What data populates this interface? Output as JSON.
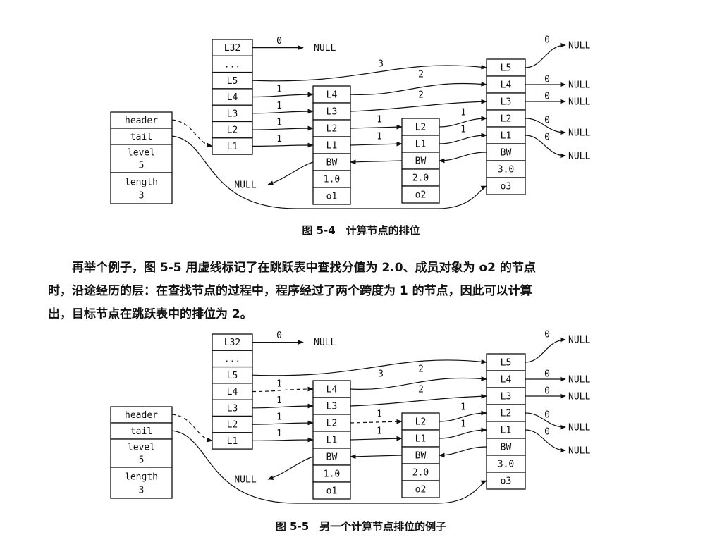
{
  "figure1": {
    "caption": "图 5-4　计算节点的排位"
  },
  "figure2": {
    "caption": "图 5-5　另一个计算节点排位的例子"
  },
  "paragraph": {
    "line1": "再举个例子，图 5-5 用虚线标记了在跳跃表中查找分值为 2.0、成员对象为 o2 的节点",
    "line2": "时，沿途经历的层：在查找节点的过程中，程序经过了两个跨度为 1 的节点，因此可以计算",
    "line3": "出，目标节点在跳跃表中的排位为 2。"
  },
  "skiplist": {
    "list_fields": [
      "header",
      "tail",
      "level",
      "5",
      "length",
      "3"
    ],
    "header_levels": [
      "L32",
      "...",
      "L5",
      "L4",
      "L3",
      "L2",
      "L1"
    ],
    "node1": {
      "levels": [
        "L4",
        "L3",
        "L2",
        "L1"
      ],
      "backward": "BW",
      "score": "1.0",
      "obj": "o1"
    },
    "node2": {
      "levels": [
        "L2",
        "L1"
      ],
      "backward": "BW",
      "score": "2.0",
      "obj": "o2"
    },
    "node3": {
      "levels": [
        "L5",
        "L4",
        "L3",
        "L2",
        "L1"
      ],
      "backward": "BW",
      "score": "3.0",
      "obj": "o3"
    },
    "null_label": "NULL",
    "spans": {
      "L32": "0",
      "L5": "3",
      "L4_header": "1",
      "L3_header": "1",
      "L2_header": "1",
      "L1_header": "1",
      "node1_L4": "2",
      "node1_L3": "2",
      "node1_L2": "1",
      "node1_L1": "1",
      "node2_L2": "1",
      "node2_L1": "1",
      "tail": "0"
    }
  }
}
